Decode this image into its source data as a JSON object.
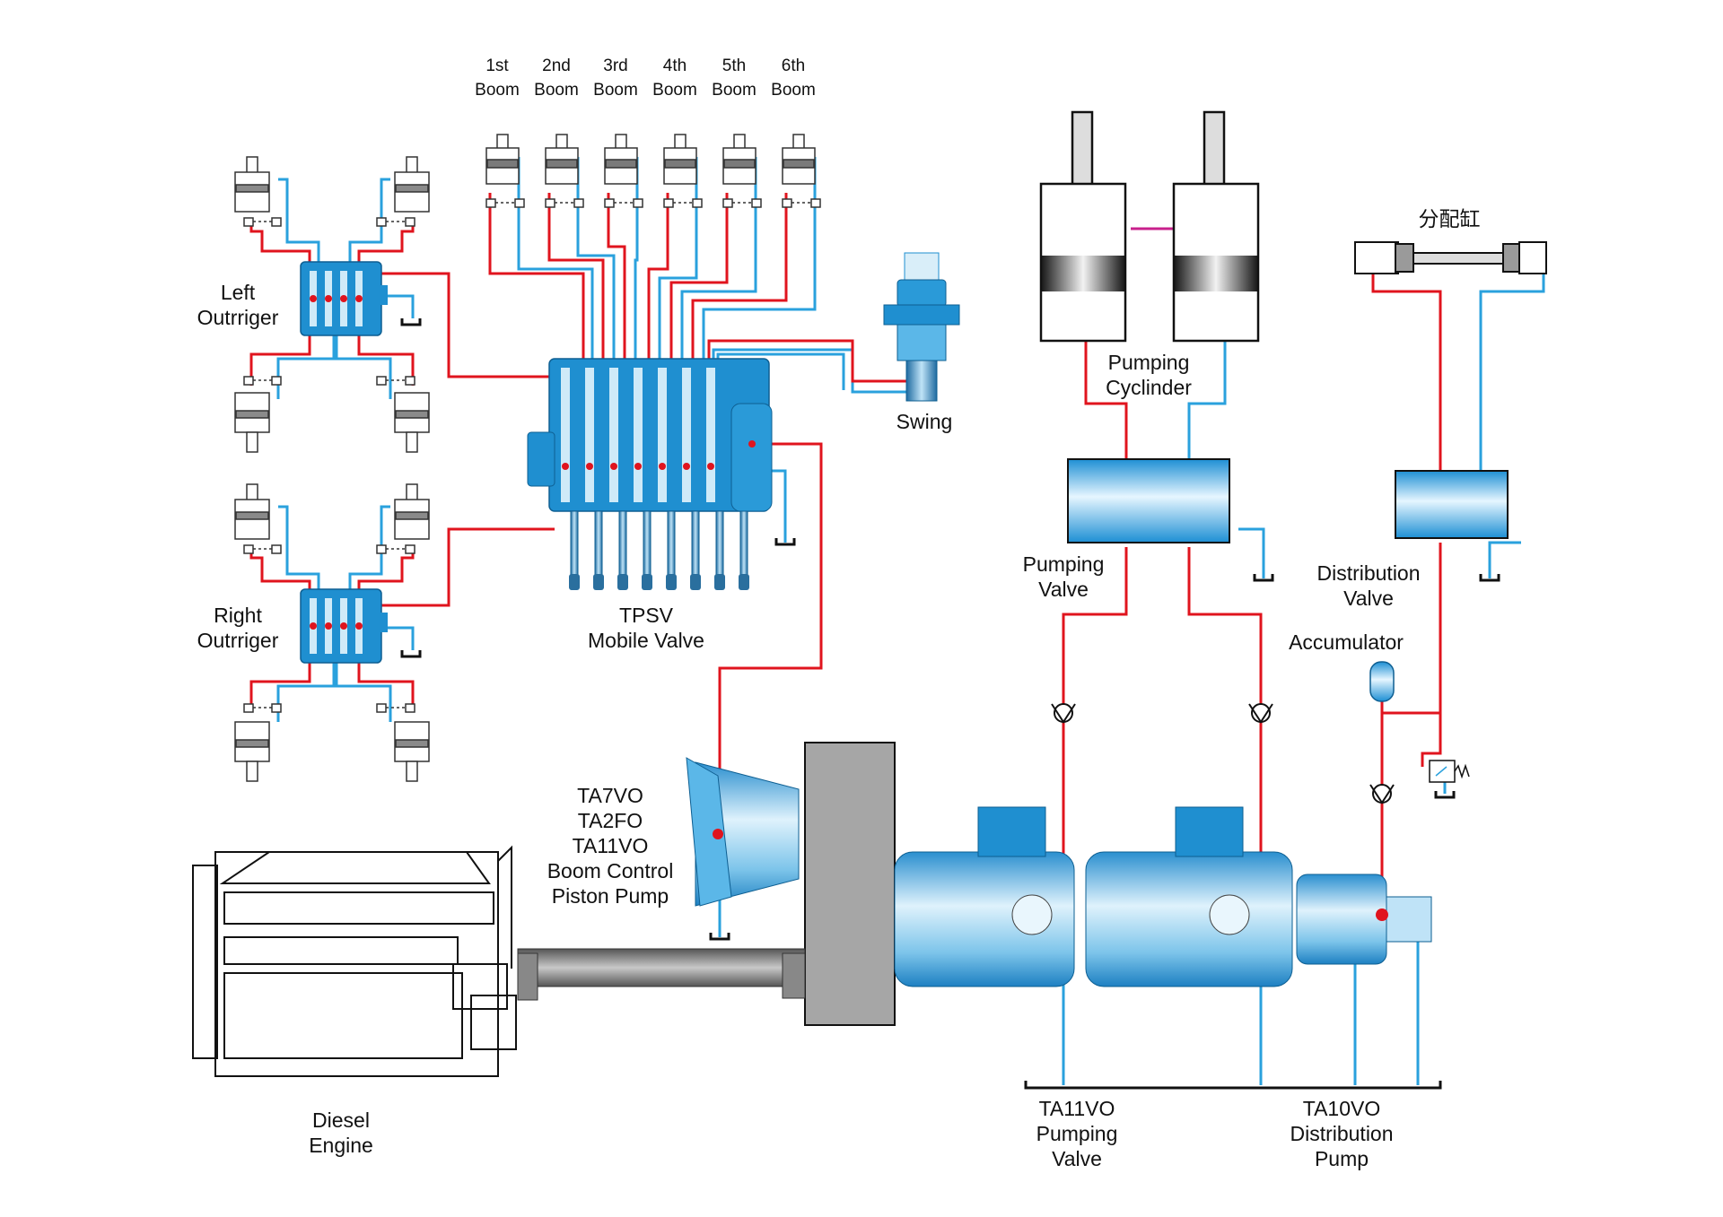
{
  "colors": {
    "pressure_line": "#e0141e",
    "return_line": "#2aa1dd",
    "component_blue": "#1f8fd0",
    "component_light": "#cfeaf8",
    "housing_gray": "#a6a6a6",
    "link_magenta": "#c8208c"
  },
  "booms": [
    {
      "line1": "1st",
      "line2": "Boom"
    },
    {
      "line1": "2nd",
      "line2": "Boom"
    },
    {
      "line1": "3rd",
      "line2": "Boom"
    },
    {
      "line1": "4th",
      "line2": "Boom"
    },
    {
      "line1": "5th",
      "line2": "Boom"
    },
    {
      "line1": "6th",
      "line2": "Boom"
    }
  ],
  "labels": {
    "left_outrigger": {
      "line1": "Left",
      "line2": "Outrriger"
    },
    "right_outrigger": {
      "line1": "Right",
      "line2": "Outrriger"
    },
    "mobile_valve": {
      "line1": "TPSV",
      "line2": "Mobile Valve"
    },
    "swing": "Swing",
    "pumping_cylinder": {
      "line1": "Pumping",
      "line2": "Cyclinder"
    },
    "distribution_cylinder": "分配缸",
    "pumping_valve": {
      "line1": "Pumping",
      "line2": "Valve"
    },
    "distribution_valve": {
      "line1": "Distribution",
      "line2": "Valve"
    },
    "accumulator": "Accumulator",
    "boom_pump": {
      "line1": "TA7VO",
      "line2": "TA2FO",
      "line3": "TA11VO",
      "line4": "Boom Control",
      "line5": "Piston Pump"
    },
    "diesel_engine": {
      "line1": "Diesel",
      "line2": "Engine"
    },
    "pumping_pump": {
      "line1": "TA11VO",
      "line2": "Pumping",
      "line3": "Valve"
    },
    "distribution_pump": {
      "line1": "TA10VO",
      "line2": "Distribution",
      "line3": "Pump"
    }
  }
}
